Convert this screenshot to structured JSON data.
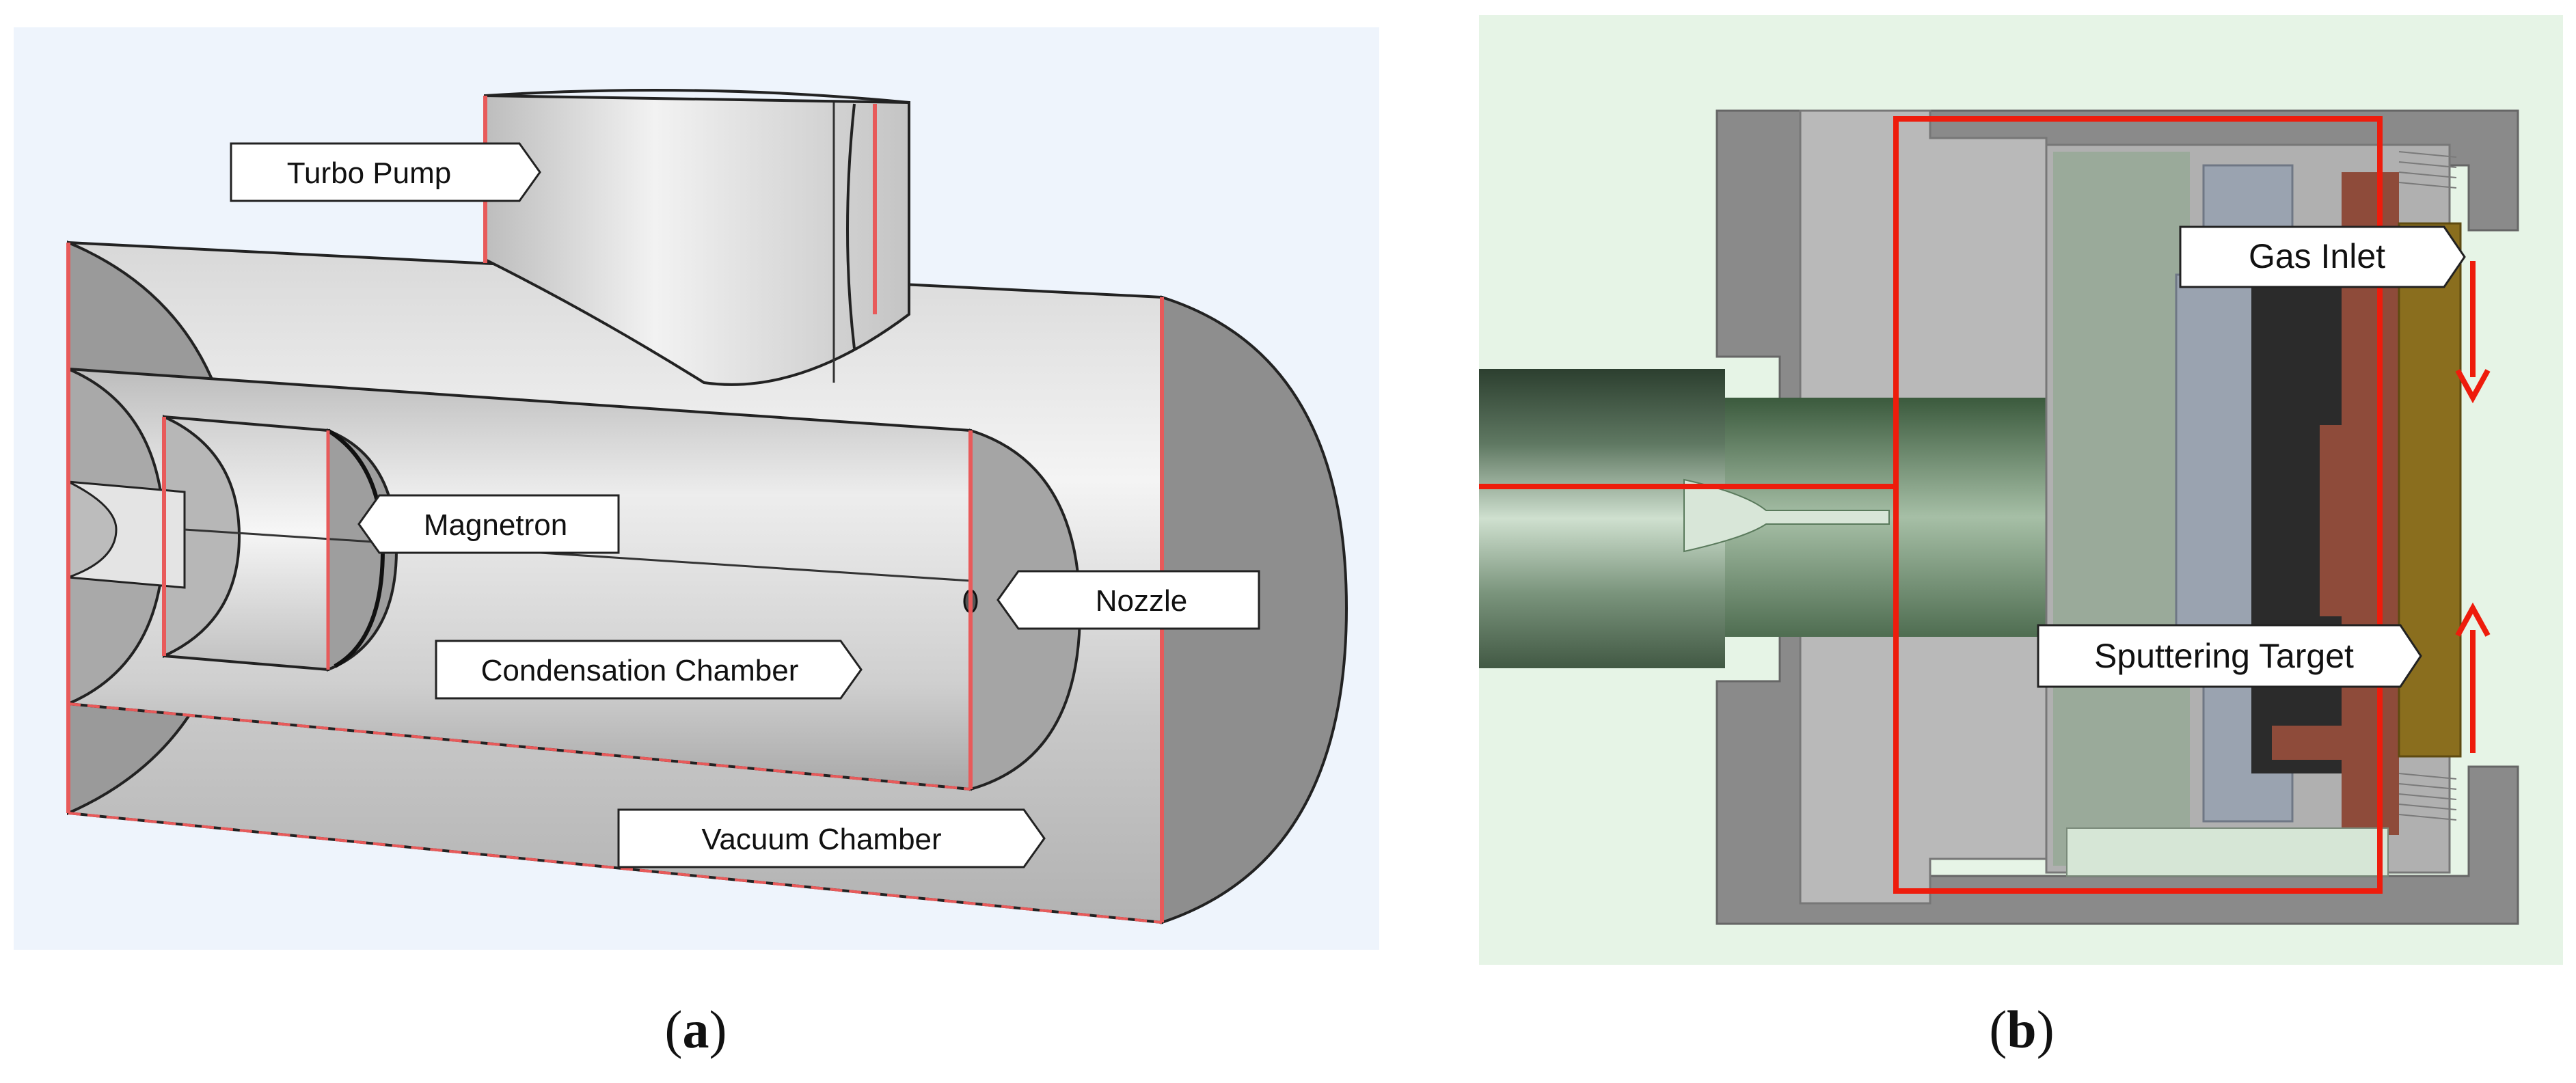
{
  "panel_a": {
    "labels": {
      "turbo_pump": "Turbo Pump",
      "magnetron": "Magnetron",
      "nozzle": "Nozzle",
      "condensation_chamber": "Condensation Chamber",
      "vacuum_chamber": "Vacuum Chamber"
    },
    "caption_letter": "a"
  },
  "panel_b": {
    "labels": {
      "gas_inlet": "Gas Inlet",
      "sputtering_target": "Sputtering Target"
    },
    "caption_letter": "b"
  },
  "colors": {
    "panel_a_bg": "#eef4fc",
    "panel_b_bg": "#e6f4e6",
    "flow_line": "#ee1c0c",
    "edge_highlight": "#e85a5a"
  }
}
